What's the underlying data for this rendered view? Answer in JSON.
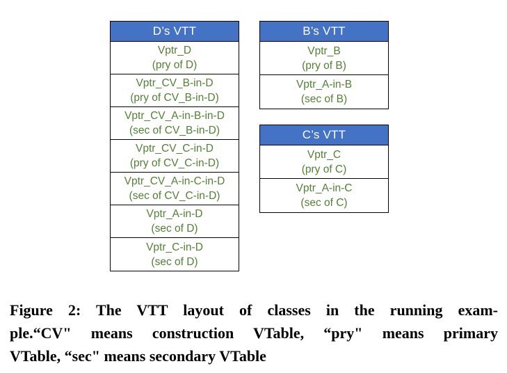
{
  "figure": {
    "colors": {
      "header_bg": "#4472C4",
      "header_text": "#FFFFFF",
      "cell_text": "#538135",
      "border": "#000000"
    },
    "tables": [
      {
        "title": "D’s VTT",
        "rows": [
          {
            "line1": "Vptr_D",
            "line2": "(pry of D)"
          },
          {
            "line1": "Vptr_CV_B-in-D",
            "line2": "(pry of CV_B-in-D)"
          },
          {
            "line1": "Vptr_CV_A-in-B-in-D",
            "line2": "(sec of CV_B-in-D)"
          },
          {
            "line1": "Vptr_CV_C-in-D",
            "line2": "(pry of CV_C-in-D)"
          },
          {
            "line1": "Vptr_CV_A-in-C-in-D",
            "line2": "(sec of CV_C-in-D)"
          },
          {
            "line1": "Vptr_A-in-D",
            "line2": "(sec of D)"
          },
          {
            "line1": "Vptr_C-in-D",
            "line2": "(sec of D)"
          }
        ]
      },
      {
        "title": "B’s VTT",
        "rows": [
          {
            "line1": "Vptr_B",
            "line2": "(pry of B)"
          },
          {
            "line1": "Vptr_A-in-B",
            "line2": "(sec of B)"
          }
        ]
      },
      {
        "title": "C’s VTT",
        "rows": [
          {
            "line1": "Vptr_C",
            "line2": "(pry of C)"
          },
          {
            "line1": "Vptr_A-in-C",
            "line2": "(sec of C)"
          }
        ]
      }
    ]
  },
  "caption": {
    "lines": [
      "Figure 2: The VTT layout of classes in the running exam-",
      "ple.“CV\" means construction VTable, “pry\" means primary",
      "VTable, “sec\" means secondary VTable"
    ]
  }
}
